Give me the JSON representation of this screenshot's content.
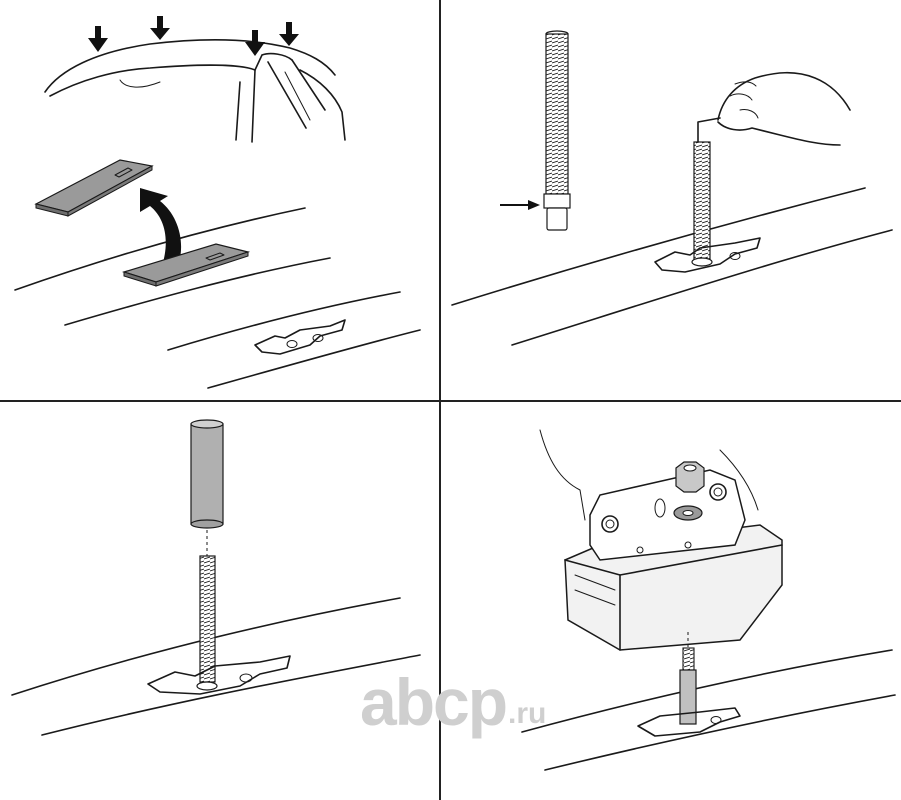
{
  "watermark": {
    "main": "abcp",
    "tld": ".ru",
    "color": "#cfcfcf"
  },
  "panels": [
    {
      "id": "step-1",
      "position": "top-left"
    },
    {
      "id": "step-2",
      "position": "top-right"
    },
    {
      "id": "step-3",
      "position": "bottom-left"
    },
    {
      "id": "step-4",
      "position": "bottom-right"
    }
  ],
  "colors": {
    "line": "#1a1a1a",
    "pad": "#9a9a9a",
    "spacer": "#b0b0b0",
    "background": "#ffffff"
  }
}
